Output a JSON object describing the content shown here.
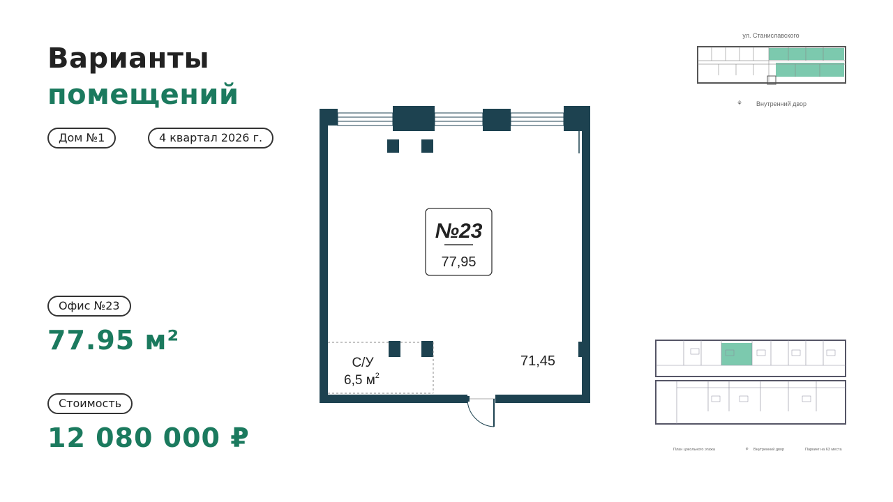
{
  "header": {
    "title_line1": "Варианты",
    "title_line2": "помещений"
  },
  "tags": {
    "house": "Дом №1",
    "completion": "4 квартал 2026 г."
  },
  "office": {
    "label": "Офис №23",
    "area": "77.95 м²"
  },
  "price": {
    "label": "Стоимость",
    "value": "12 080 000 ₽"
  },
  "plan": {
    "unit_number": "№23",
    "unit_area": "77,95",
    "main_room_area": "71,45",
    "bathroom_label": "С/У",
    "bathroom_area": "6,5 м",
    "bathroom_area_sup": "2"
  },
  "site_plan_top": {
    "street": "ул. Станиславского",
    "yard": "Внутренний двор"
  },
  "site_plan_bottom": {
    "floor_caption": "План цокольного этажа",
    "yard": "Внутренний двор",
    "parking": "Паркинг на 63 места"
  },
  "colors": {
    "accent": "#1b7a5e",
    "wall": "#1d4250",
    "highlight": "#7cc9ae"
  }
}
